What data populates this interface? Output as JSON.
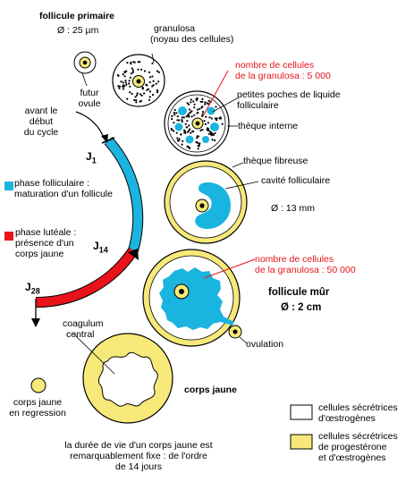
{
  "colors": {
    "fluid_blue": "#1ab4e0",
    "corpus_yellow": "#f6e97a",
    "luteal_red": "#e8141a",
    "ink": "#000000"
  },
  "labels": {
    "primary_title": "follicule primaire",
    "primary_size": "Ø : 25 µm",
    "granulosa_l1": "granulosa",
    "granulosa_l2": "(noyau des cellules)",
    "futur_l1": "futur",
    "futur_l2": "ovule",
    "cells5000_l1": "nombre de cellules",
    "cells5000_l2": "de la granulosa : 5 000",
    "pockets_l1": "petites poches de liquide",
    "pockets_l2": "folliculaire",
    "theque_interne": "thèque interne",
    "theque_fibreuse": "thèque fibreuse",
    "cavite": "cavité folliculaire",
    "size13": "Ø : 13 mm",
    "cells50000_l1": "nombre de cellules",
    "cells50000_l2": "de la granulosa : 50 000",
    "mature_l1": "follicule mûr",
    "mature_l2": "Ø : 2 cm",
    "ovulation": "ovulation",
    "coagulum_l1": "coagulum",
    "coagulum_l2": "central",
    "corps_jaune": "corps jaune",
    "regression_l1": "corps jaune",
    "regression_l2": "en regression",
    "cycle_l1": "avant le",
    "cycle_l2": "début",
    "cycle_l3": "du cycle",
    "follicular_l1": "phase folliculaire :",
    "follicular_l2": "maturation d'un follicule",
    "luteal_l1": "phase lutéale :",
    "luteal_l2": "présence d'un",
    "luteal_l3": "corps jaune",
    "j1": "J",
    "j1_sub": "1",
    "j14": "J",
    "j14_sub": "14",
    "j28": "J",
    "j28_sub": "28",
    "legend_white_l1": "cellules sécrétrices",
    "legend_white_l2": "d'œstrogènes",
    "legend_yellow_l1": "cellules sécrétrices",
    "legend_yellow_l2": "de progestérone",
    "legend_yellow_l3": "et d'œstrogènes",
    "footer_l1": "la durée de vie d'un corps jaune est",
    "footer_l2": "remarquablement fixe : de l'ordre",
    "footer_l3": "de 14 jours"
  }
}
